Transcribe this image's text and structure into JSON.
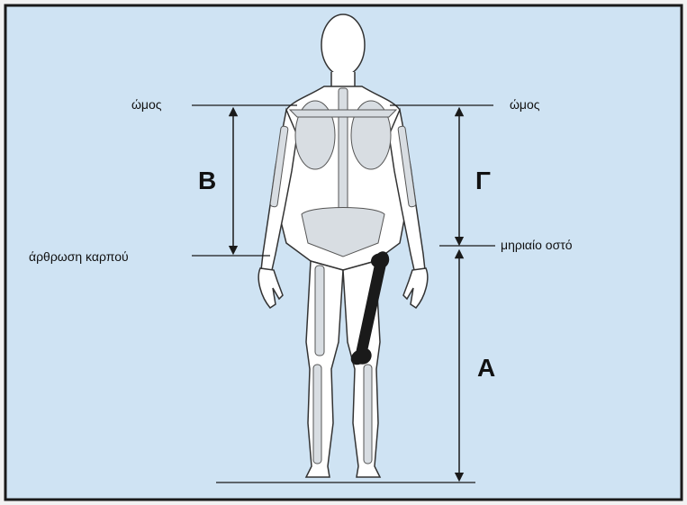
{
  "labels": {
    "shoulder_left": "ώμος",
    "shoulder_right": "ώμος",
    "wrist": "άρθρωση καρπού",
    "femur": "μηριαίο οστό"
  },
  "segments": {
    "b": "Β",
    "g": "Γ",
    "a": "Α"
  },
  "colors": {
    "background": "#cfe3f3",
    "frame": "#1a1a1a",
    "lines": "#1a1a1a",
    "body_fill": "#ffffff",
    "bone_fill": "#d8dde2",
    "highlight_bone": "#1a1a1a"
  },
  "icons": [
    "human-skeleton-figure",
    "femur-bone-highlighted",
    "arrow-up",
    "arrow-down"
  ]
}
